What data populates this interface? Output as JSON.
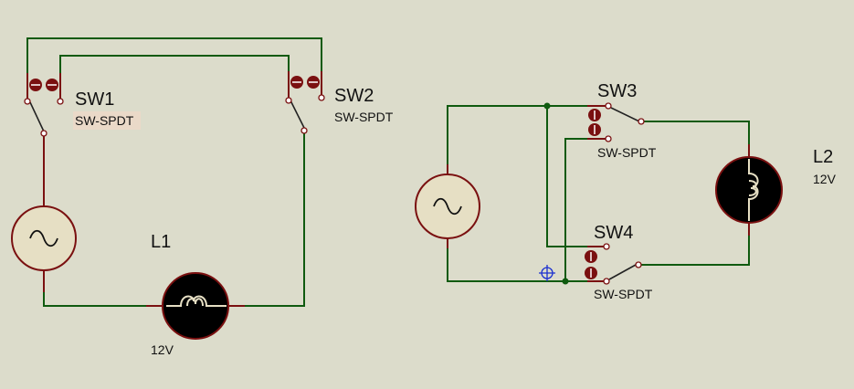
{
  "circuit_left": {
    "sw1": {
      "name": "SW1",
      "type": "SW-SPDT"
    },
    "sw2": {
      "name": "SW2",
      "type": "SW-SPDT"
    },
    "lamp": {
      "name": "L1",
      "value": "12V"
    }
  },
  "circuit_right": {
    "sw3": {
      "name": "SW3",
      "type": "SW-SPDT"
    },
    "sw4": {
      "name": "SW4",
      "type": "SW-SPDT"
    },
    "lamp": {
      "name": "L2",
      "value": "12V"
    }
  },
  "colors": {
    "background": "#dcdccb",
    "wire": "#0f5a0f",
    "component_lead": "#7a1010",
    "source_fill": "#e6dfc4",
    "lamp_fill": "#000000",
    "probe": "#1a2fd0"
  },
  "icons": [
    "ac-source-icon",
    "lamp-icon",
    "spdt-switch-icon",
    "current-probe-icon"
  ]
}
